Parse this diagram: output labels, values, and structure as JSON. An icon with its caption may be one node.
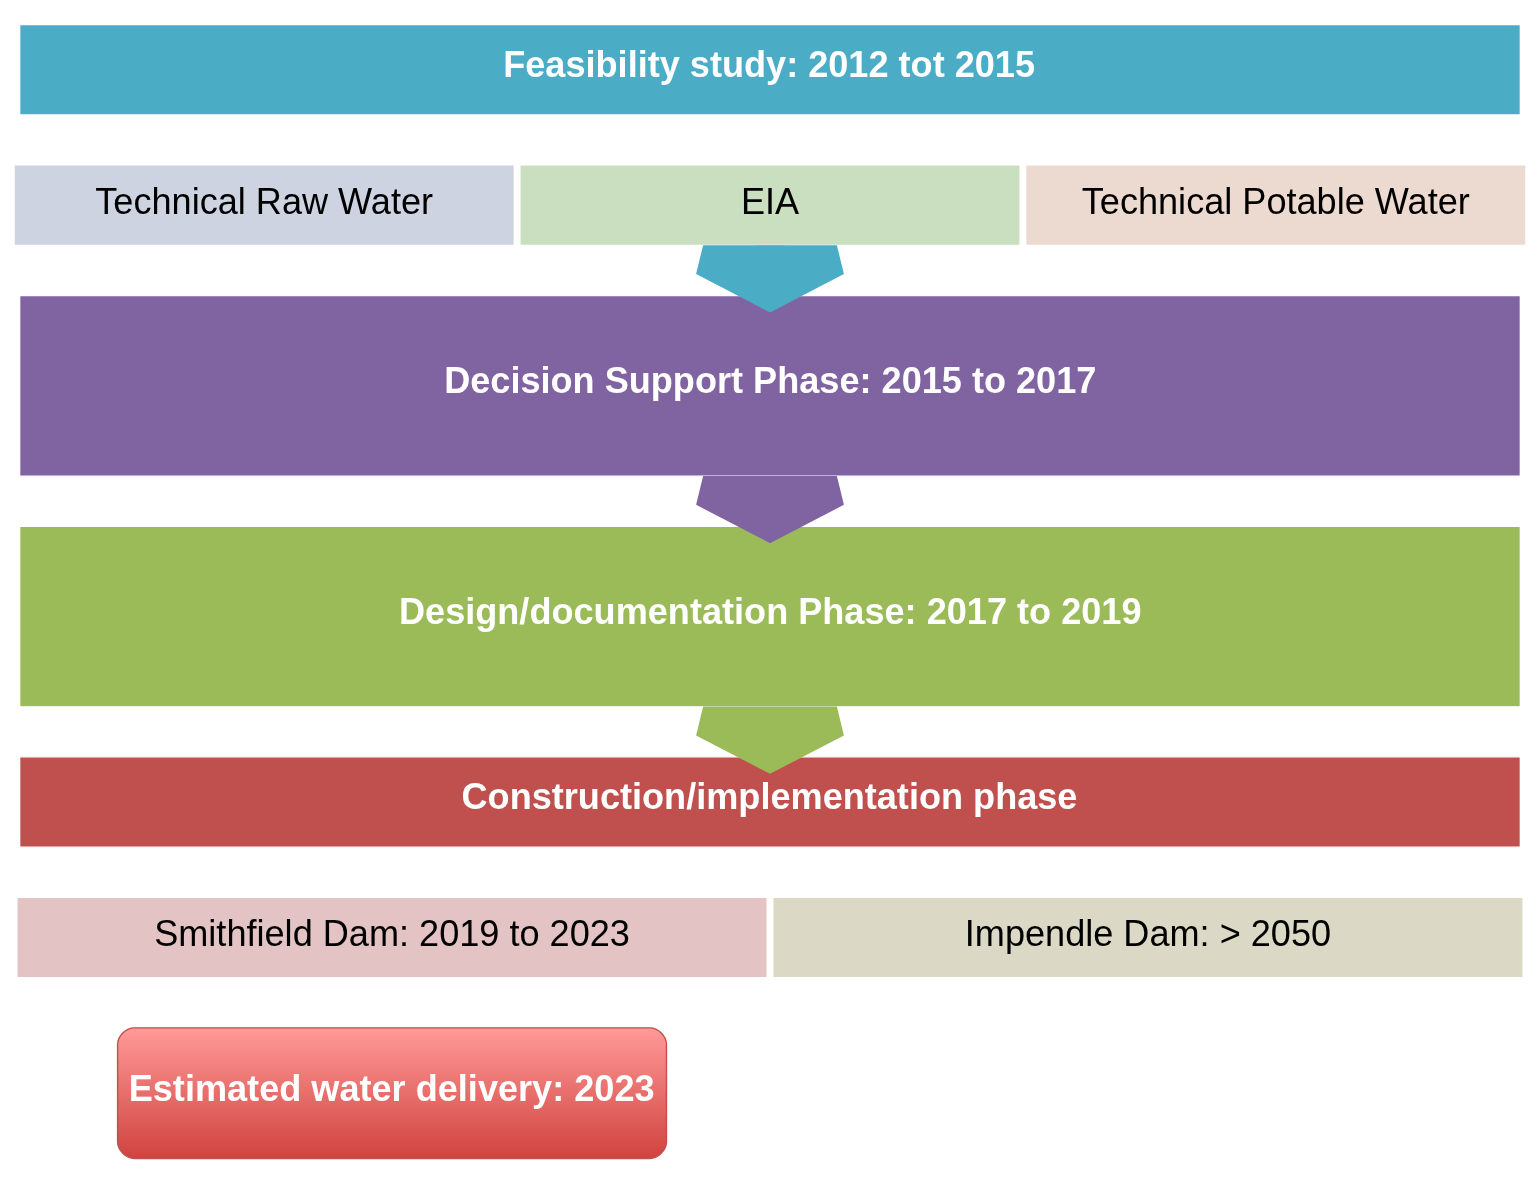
{
  "diagram": {
    "nodes": [
      {
        "text": [
          "Feasibility study: 2012 tot 2015"
        ]
      },
      {
        "text": [
          "Technical Raw Water"
        ]
      },
      {
        "text": [
          "EIA"
        ]
      },
      {
        "text": [
          "Technical Potable Water"
        ]
      },
      {
        "text": [
          "Decision Support Phase: 2015 to 2017"
        ]
      },
      {
        "text": [
          "Design/documentation Phase: 2017 to 2019"
        ]
      },
      {
        "text": [
          "Construction/implementation phase"
        ]
      },
      {
        "text": [
          "Smithfield Dam: 2019 to 2023"
        ]
      },
      {
        "text": [
          "Impendle Dam: > 2050"
        ]
      },
      {
        "text": [
          "Estimated water delivery: 2023"
        ]
      }
    ],
    "edges": [
      {
        "from": 2,
        "to": 4,
        "arrow": "to",
        "style": "thick",
        "color": "#4bacc6"
      },
      {
        "from": 4,
        "to": 5,
        "arrow": "to",
        "style": "thick",
        "color": "#8064a2"
      },
      {
        "from": 5,
        "to": 6,
        "arrow": "to",
        "style": "thick",
        "color": "#9bbb59"
      }
    ]
  }
}
